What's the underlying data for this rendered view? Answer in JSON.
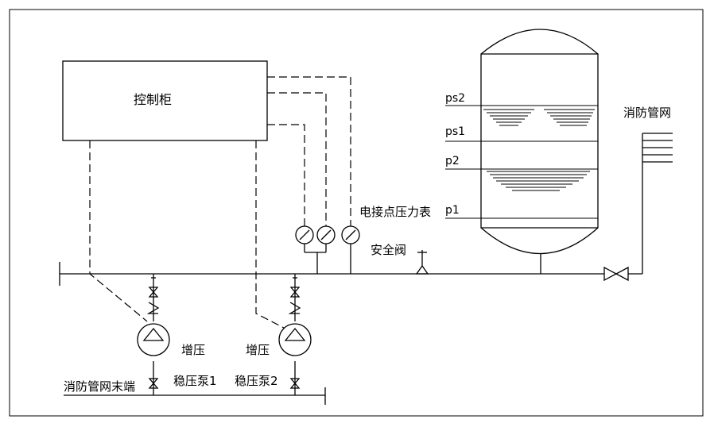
{
  "labels": {
    "control_cabinet": "控制柜",
    "fire_network_right": "消防管网",
    "fire_network_end": "消防管网末端",
    "pressure_gauge": "电接点压力表",
    "safety_valve": "安全阀",
    "pump1_line1": "增压",
    "pump1_line2": "稳压泵1",
    "pump2_line1": "增压",
    "pump2_line2": "稳压泵2",
    "ps2": "ps2",
    "ps1": "ps1",
    "p2": "p2",
    "p1": "p1"
  }
}
